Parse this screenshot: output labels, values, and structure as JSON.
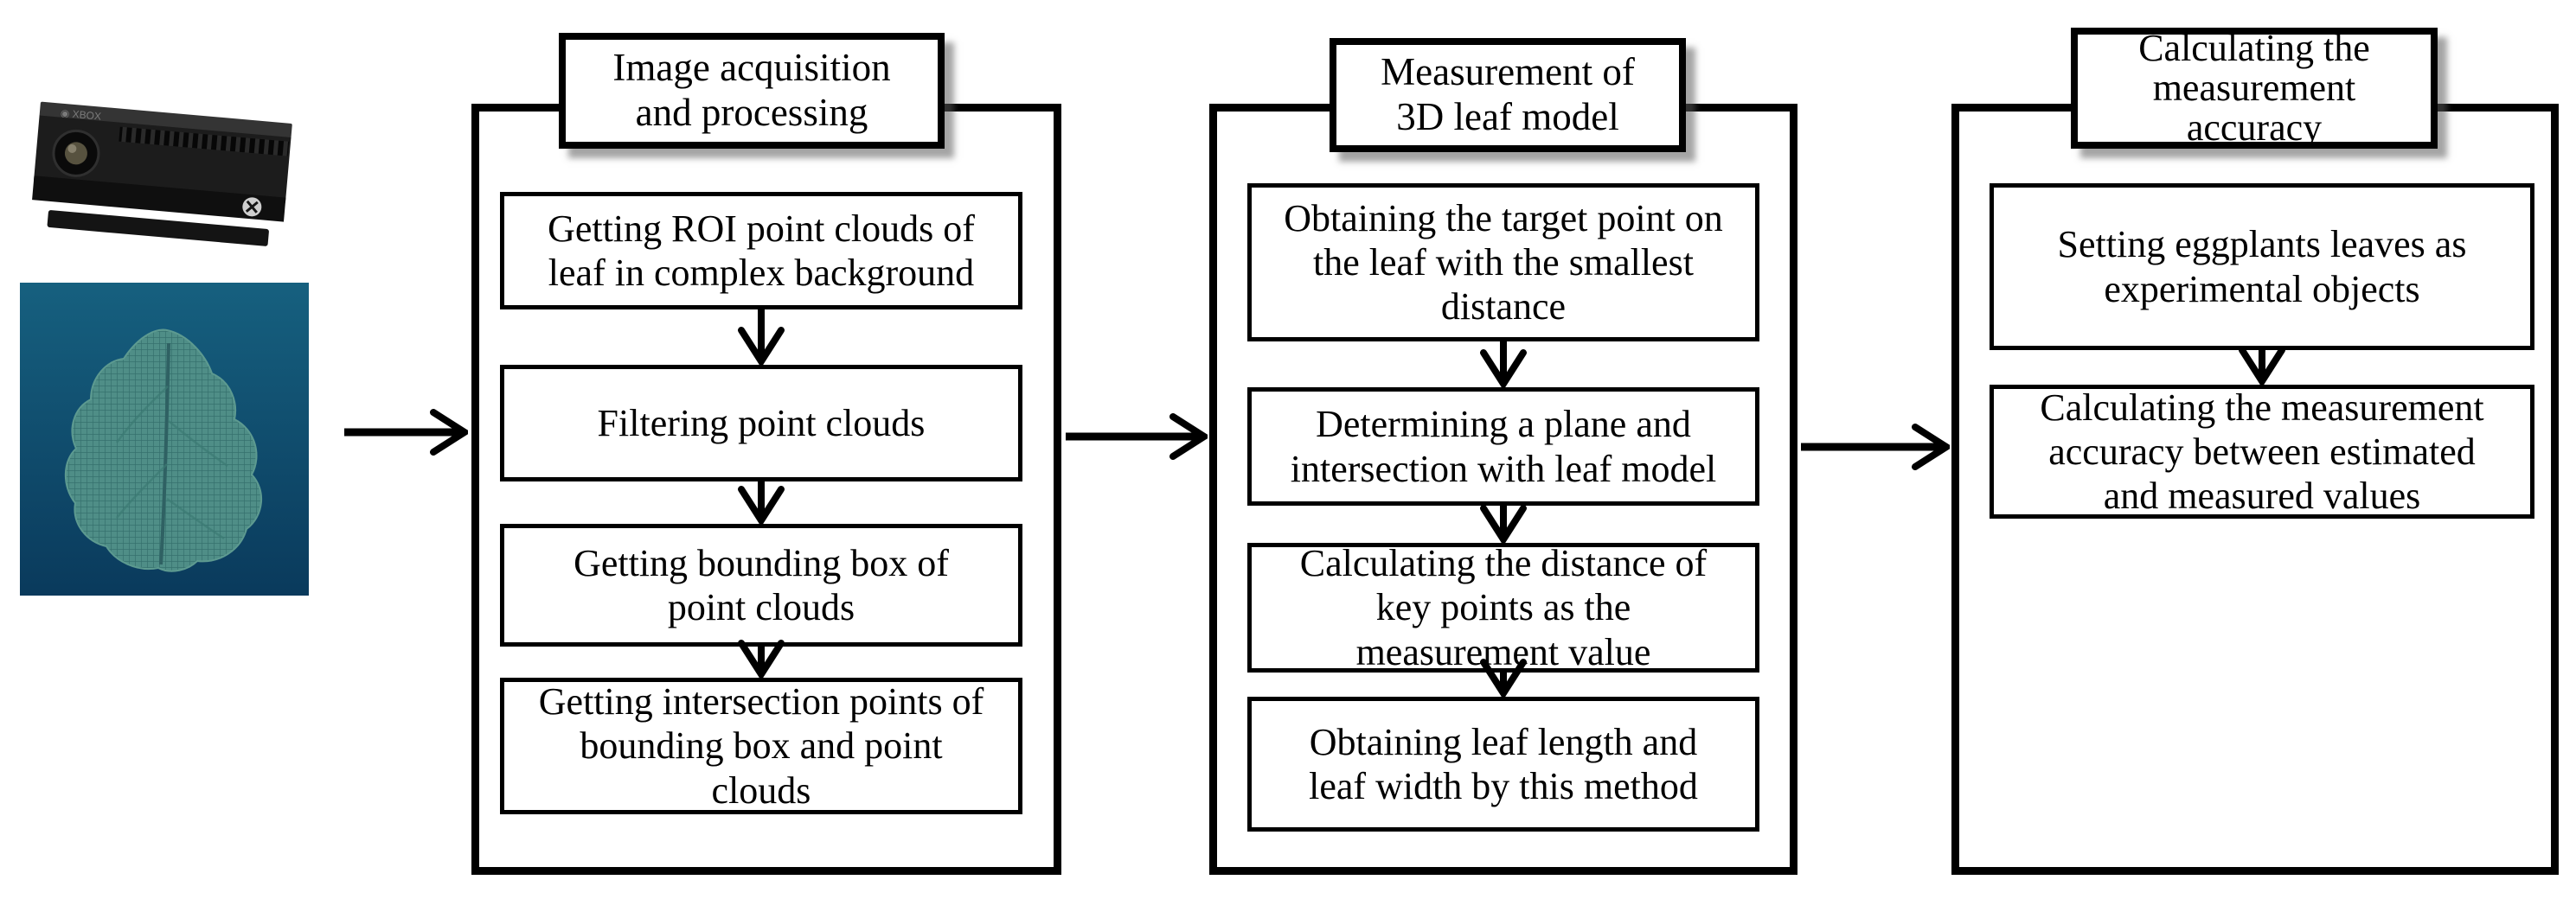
{
  "figure": {
    "kind": "methodology-flowchart",
    "columns": [
      {
        "header": "Image acquisition\nand processing",
        "steps": [
          "Getting ROI point clouds of\nleaf in complex background",
          "Filtering point clouds",
          "Getting bounding box of\npoint clouds",
          "Getting intersection points of\nbounding box and point\nclouds"
        ]
      },
      {
        "header": "Measurement of\n3D leaf model",
        "steps": [
          "Obtaining the target point on\nthe leaf with the smallest\ndistance",
          "Determining a plane and\nintersection with leaf model",
          "Calculating the distance of\nkey points as the\nmeasurement value",
          "Obtaining leaf length and\nleaf width by this method"
        ]
      },
      {
        "header": "Calculating the\nmeasurement\naccuracy",
        "steps": [
          "Setting eggplants leaves as\nexperimental objects",
          "Calculating the measurement\naccuracy between estimated\nand measured values"
        ]
      }
    ],
    "images": {
      "kinect": "kinect-depth-sensor-photo",
      "leaf": "segmented-leaf-point-cloud"
    },
    "colors": {
      "line": "#000000",
      "box_background": "#ffffff",
      "leaf_fill": "#4f8e87",
      "leaf_bg_top": "#16607f",
      "leaf_bg_bottom": "#0a3a5c",
      "device_body": "#1c1c1c"
    }
  }
}
